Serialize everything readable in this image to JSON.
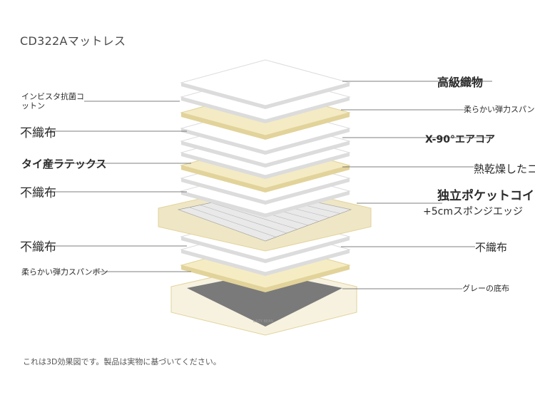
{
  "title": "CD322Aマットレス",
  "footer": "これは3D効果図です。製品は実物に基づいてください。",
  "colors": {
    "layer_white": "#ffffff",
    "layer_edge": "#dcdcdc",
    "latex": "#f4ebc4",
    "latex_edge": "#e2d39a",
    "frame_cream": "#efe6c5",
    "spring_gray": "#8c8c8c",
    "base_dark": "#7a7a7a",
    "leader_line": "#555555"
  },
  "labels_left": [
    {
      "text": "インビスタ抗菌コ\nットン"
    },
    {
      "text": "不織布"
    },
    {
      "text": "タイ産ラテックス"
    },
    {
      "text": "不織布"
    },
    {
      "text": "不織布"
    },
    {
      "text": "柔らかい弾力スパンボン"
    }
  ],
  "labels_right": [
    {
      "text": "高級織物"
    },
    {
      "text": "柔らかい弾力スパンボ"
    },
    {
      "text": "X-90°エアコア"
    },
    {
      "text": "熱乾燥したコ"
    },
    {
      "text": "独立ポケットコイ"
    },
    {
      "text": "+5cmスポンジエッジ"
    },
    {
      "text": "不織布"
    },
    {
      "text": "グレーの底布"
    }
  ],
  "brand_mark": "LAZY BEAN"
}
